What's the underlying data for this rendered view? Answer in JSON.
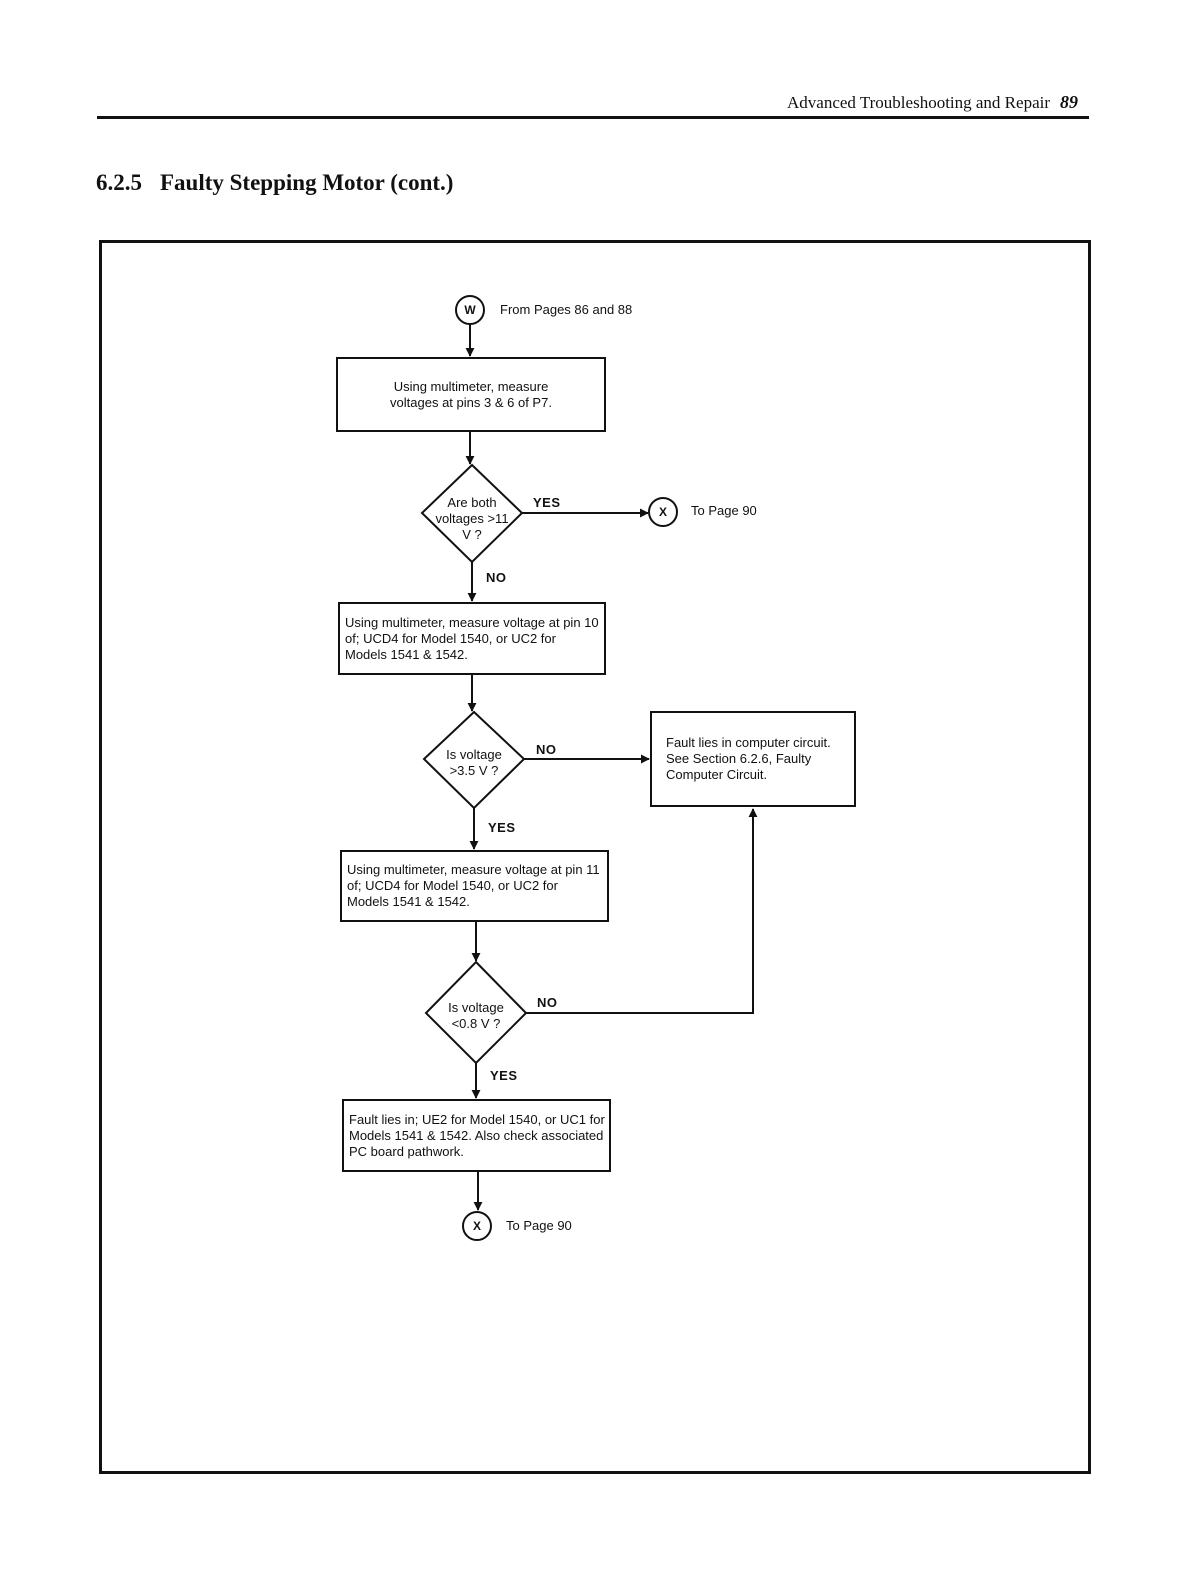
{
  "header": {
    "running_title": "Advanced Troubleshooting and Repair",
    "page_number": "89"
  },
  "section": {
    "number": "6.2.5",
    "title": "Faulty Stepping Motor (cont.)"
  },
  "flowchart": {
    "start_connector": {
      "letter": "W",
      "note": "From Pages 86 and 88"
    },
    "step1": "Using multimeter, measure voltages at pins 3 & 6 of P7.",
    "decision1": {
      "text": "Are both voltages >11 V ?",
      "yes": "YES",
      "no": "NO"
    },
    "connector_x1": {
      "letter": "X",
      "note": "To Page 90"
    },
    "step2": "Using multimeter, measure voltage at pin 10 of; UCD4 for Model 1540, or UC2 for Models 1541 & 1542.",
    "decision2": {
      "text": "Is voltage >3.5 V ?",
      "yes": "YES",
      "no": "NO"
    },
    "fault_computer": "Fault lies in computer circuit. See Section 6.2.6, Faulty Computer Circuit.",
    "step3": "Using multimeter, measure voltage at pin 11 of; UCD4 for Model 1540, or UC2 for Models 1541 & 1542.",
    "decision3": {
      "text": "Is voltage <0.8 V ?",
      "yes": "YES",
      "no": "NO"
    },
    "fault_ue2": "Fault lies in; UE2 for Model 1540, or UC1 for Models 1541 & 1542. Also check associated PC board pathwork.",
    "connector_x2": {
      "letter": "X",
      "note": "To Page 90"
    }
  }
}
